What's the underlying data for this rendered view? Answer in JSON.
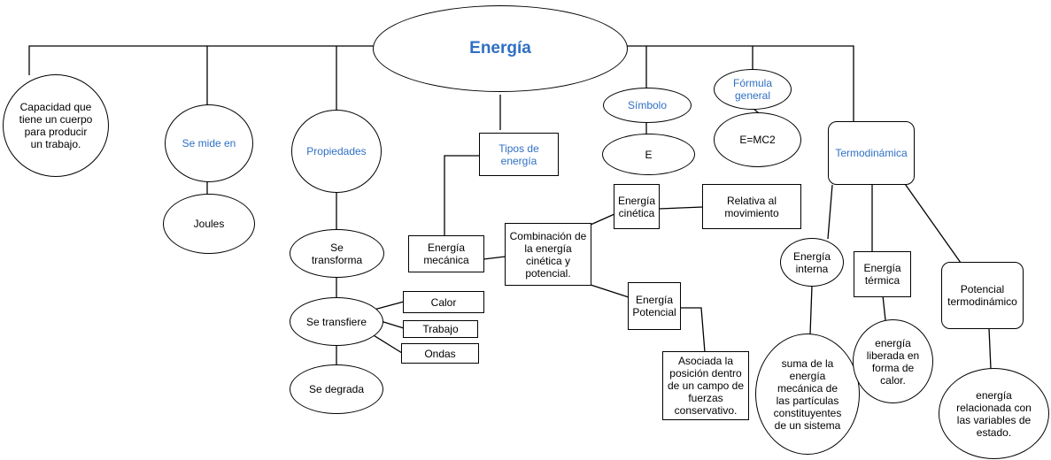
{
  "diagram": {
    "root": "Energía",
    "nodes": {
      "capacidad": "Capacidad que\ntiene un cuerpo\npara producir\nun trabajo.",
      "se_mide_en": "Se mide en",
      "joules": "Joules",
      "propiedades": "Propiedades",
      "se_transforma": "Se\ntransforma",
      "se_transfiere": "Se transfiere",
      "calor": "Calor",
      "trabajo": "Trabajo",
      "ondas": "Ondas",
      "se_degrada": "Se degrada",
      "tipos_energia": "Tipos de\nenergía",
      "energia_mecanica": "Energía\nmecánica",
      "combinacion": "Combinación de\nla energía\ncinética y\npotencial.",
      "energia_cinetica": "Energía\ncinética",
      "relativa_movimiento": "Relativa al\nmovimiento",
      "energia_potencial": "Energía\nPotencial",
      "asociada_posicion": "Asociada la\nposición dentro\nde un campo de\nfuerzas\nconservativo.",
      "simbolo": "Símbolo",
      "e": "E",
      "formula_general": "Fórmula\ngeneral",
      "emc2": "E=MC2",
      "termodinamica": "Termodinámica",
      "energia_interna": "Energía\ninterna",
      "suma_energia": "suma de la\nenergía\nmecánica de\nlas partículas\nconstituyentes\nde un sistema",
      "energia_termica": "Energía\ntérmica",
      "energia_liberada": "energía\nliberada en\nforma de\ncalor.",
      "potencial_termo": "Potencial\ntermodinámico",
      "energia_relacionada": "energía\nrelacionada con\nlas variables de\nestado."
    }
  }
}
